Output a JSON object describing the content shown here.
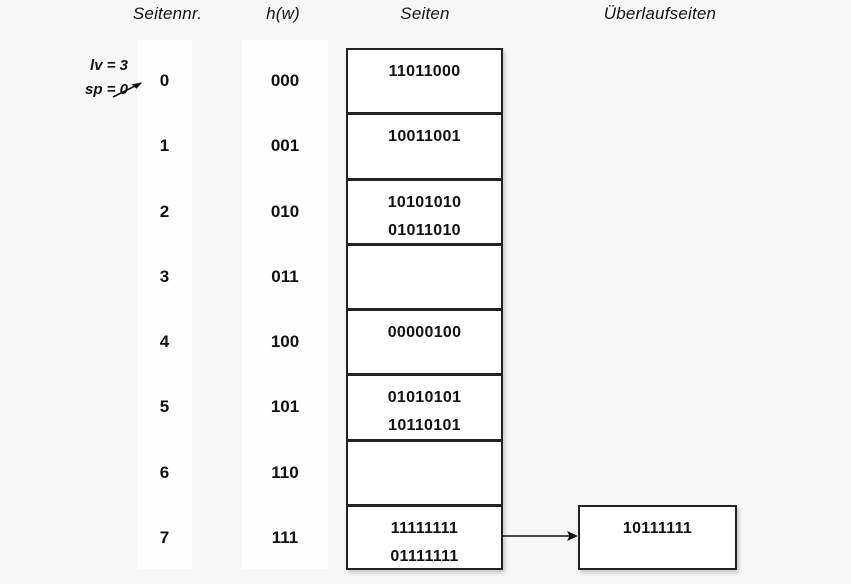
{
  "headers": {
    "seitennr": "Seitennr.",
    "hw": "h(w)",
    "seiten": "Seiten",
    "ueberlaufseiten": "Überlaufseiten"
  },
  "annotation": {
    "lv": "lv = 3",
    "sp": "sp = 0",
    "arrow_icon": "arrow-right-icon"
  },
  "rows": [
    {
      "index": "0",
      "hash": "000",
      "entries": [
        "11011000"
      ]
    },
    {
      "index": "1",
      "hash": "001",
      "entries": [
        "10011001"
      ]
    },
    {
      "index": "2",
      "hash": "010",
      "entries": [
        "10101010",
        "01011010"
      ]
    },
    {
      "index": "3",
      "hash": "011",
      "entries": []
    },
    {
      "index": "4",
      "hash": "100",
      "entries": [
        "00000100"
      ]
    },
    {
      "index": "5",
      "hash": "101",
      "entries": [
        "01010101",
        "10110101"
      ]
    },
    {
      "index": "6",
      "hash": "110",
      "entries": []
    },
    {
      "index": "7",
      "hash": "111",
      "entries": [
        "11111111",
        "01111111"
      ]
    }
  ],
  "overflow": {
    "from_row": "7",
    "arrow_icon": "arrow-right-long-icon",
    "entries": [
      "10111111"
    ]
  },
  "colors": {
    "background": "#f7f7f7",
    "band": "#fdfdfd",
    "box_fill": "#ffffff",
    "box_border": "#222222",
    "text": "#111111"
  }
}
